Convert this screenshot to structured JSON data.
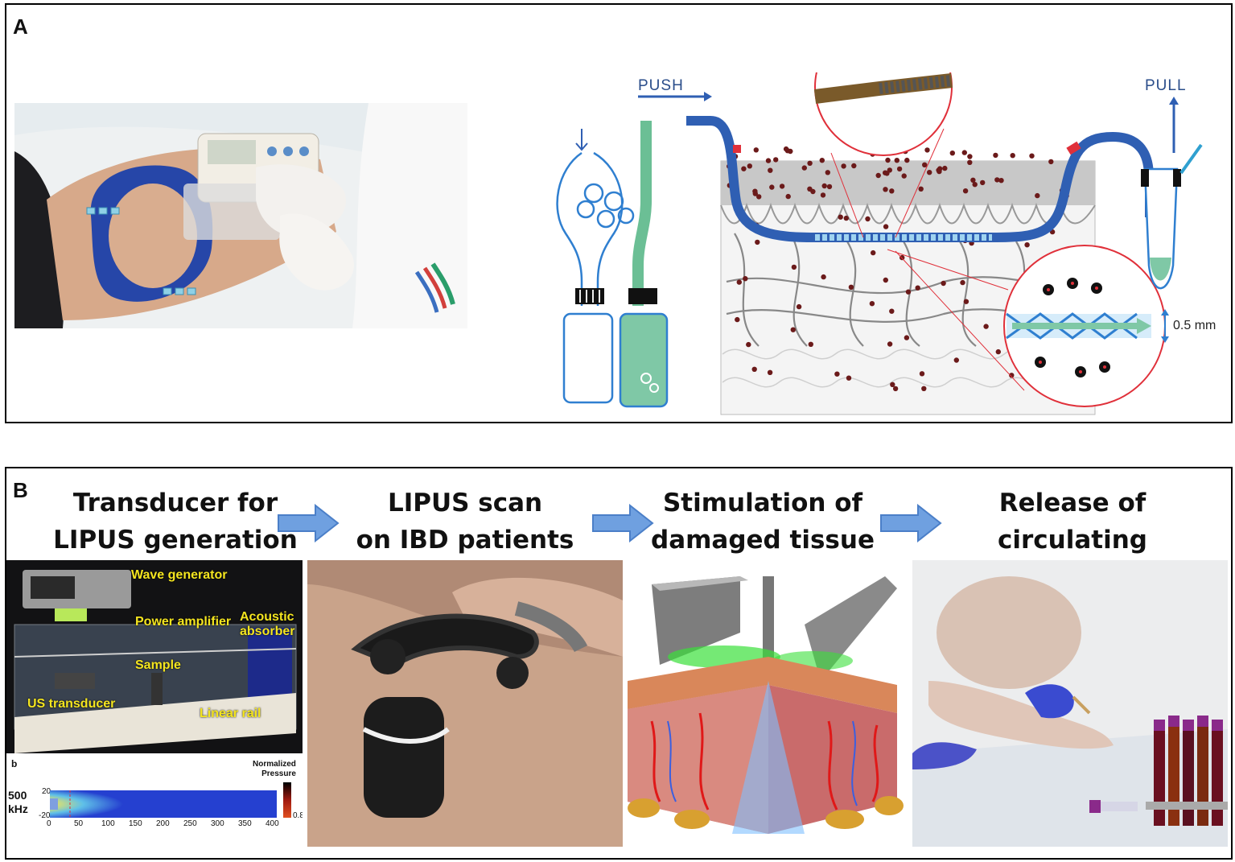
{
  "panel_a": {
    "label": "A",
    "push_label": "PUSH",
    "pull_label": "PULL",
    "dimension_label": "0.5 mm"
  },
  "panel_b": {
    "label": "B",
    "steps": [
      {
        "heading": "Transducer for\nLIPUS generation"
      },
      {
        "heading": "LIPUS scan\non IBD patients"
      },
      {
        "heading": "Stimulation of\ndamaged tissue"
      },
      {
        "heading": "Release of circulating\nsignatures"
      }
    ],
    "setup_labels": {
      "wave_generator": "Wave generator",
      "power_amplifier": "Power amplifier",
      "acoustic_absorber": "Acoustic\nabsorber",
      "sample": "Sample",
      "us_transducer": "US transducer",
      "linear_rail": "Linear rail"
    },
    "pressure_map": {
      "sub_label": "b",
      "freq_label": "500\nkHz",
      "y_ticks": [
        "20",
        "-20"
      ],
      "x_ticks": [
        "0",
        "50",
        "100",
        "150",
        "200",
        "250",
        "300",
        "350",
        "400"
      ],
      "colorbar_title": "Normalized\nPressure",
      "colorbar_value": "0.8"
    }
  },
  "colors": {
    "catheter_blue": "#2f5fb3",
    "fluid_green": "#7fc8a6",
    "arrow_blue": "#5b8fd6",
    "highlight_red": "#e0303a"
  }
}
